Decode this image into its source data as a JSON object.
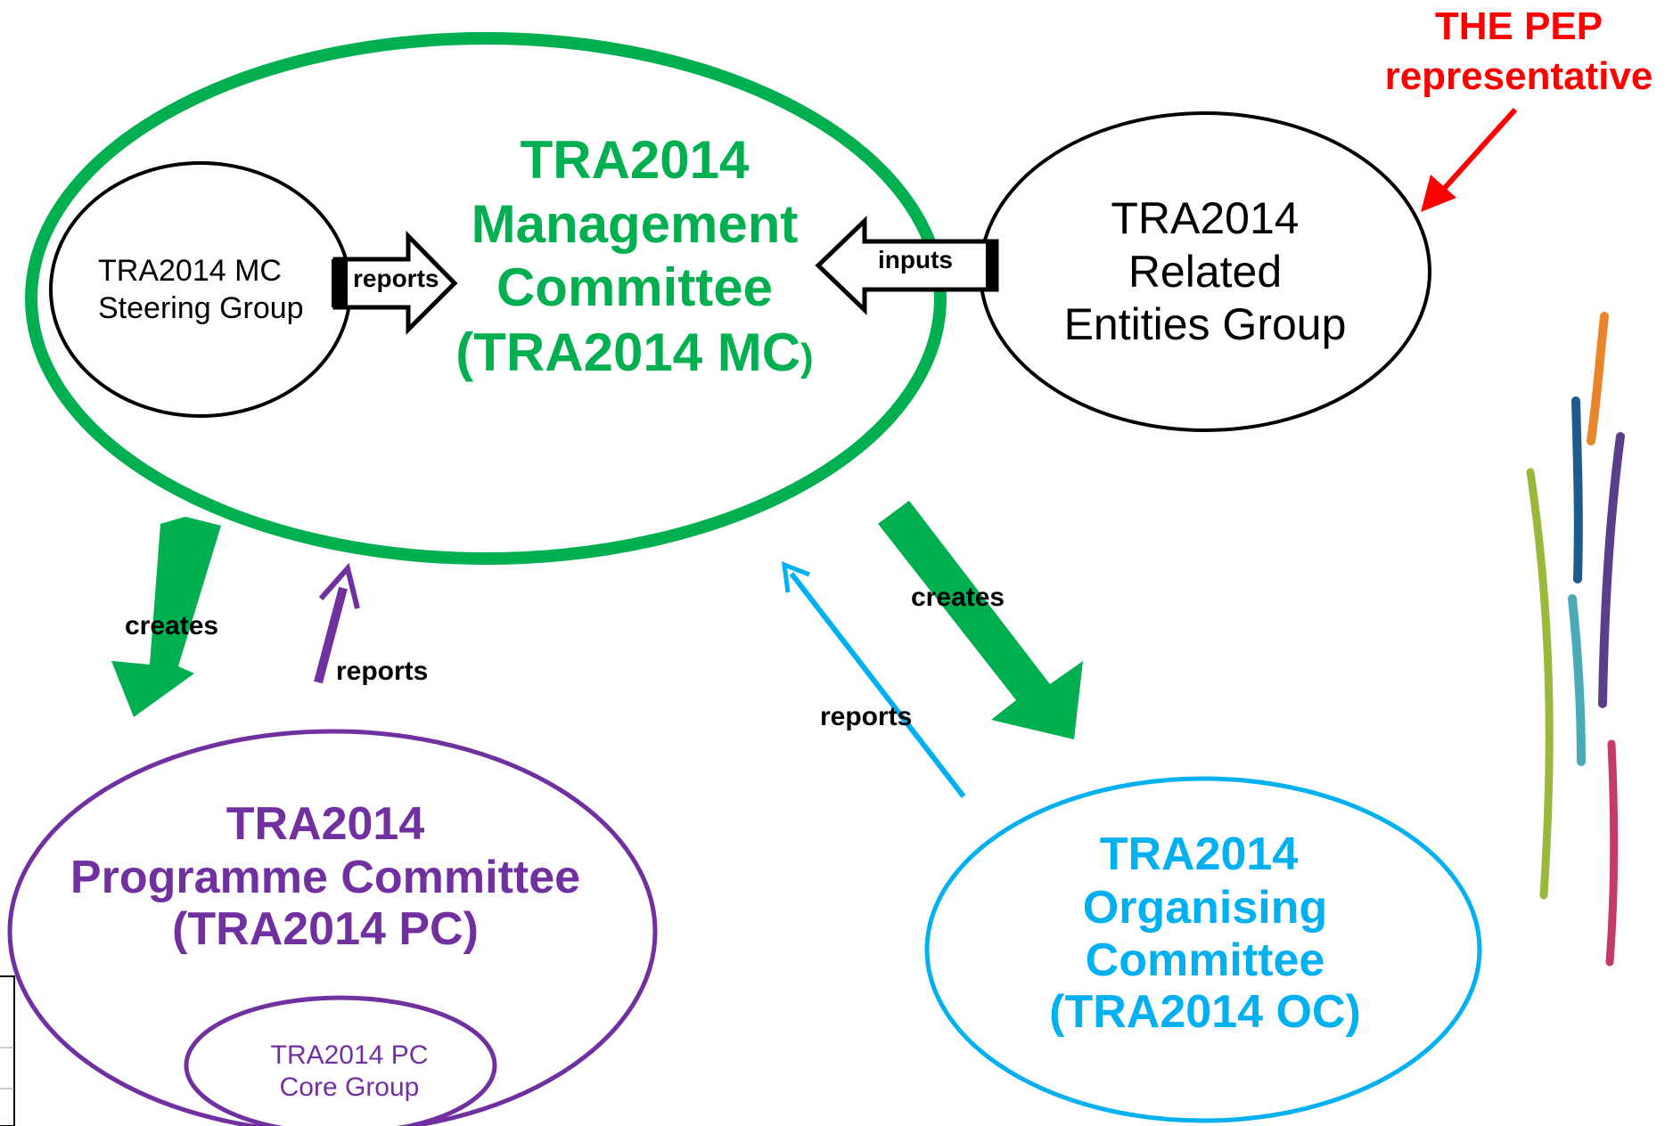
{
  "colors": {
    "green": "#00b050",
    "purple": "#7030a0",
    "cyan": "#00b0f0",
    "red": "#ff0000",
    "black": "#000000"
  },
  "pep_label": {
    "line1": "THE PEP",
    "line2": "representative"
  },
  "mc": {
    "line1": "TRA2014",
    "line2": "Management",
    "line3": "Committee",
    "line4": "(TRA2014 MC",
    "line4_paren": ")"
  },
  "steering": {
    "line1": "TRA2014 MC",
    "line2": "Steering Group"
  },
  "related": {
    "line1": "TRA2014",
    "line2": "Related",
    "line3": "Entities Group"
  },
  "pc": {
    "line1": "TRA2014",
    "line2": "Programme Committee",
    "line3": "(TRA2014 PC)"
  },
  "pc_core": {
    "line1": "TRA2014 PC",
    "line2": "Core Group"
  },
  "oc": {
    "line1": "TRA2014",
    "line2": "Organising",
    "line3": "Committee",
    "line4": "(TRA2014 OC)"
  },
  "arrows": {
    "steering_reports": "reports",
    "related_inputs": "inputs",
    "creates_pc": "creates",
    "pc_reports": "reports",
    "creates_oc": "creates",
    "oc_reports": "reports"
  },
  "decoration": {
    "logo_icon": "colored-vertical-strokes-logo"
  }
}
